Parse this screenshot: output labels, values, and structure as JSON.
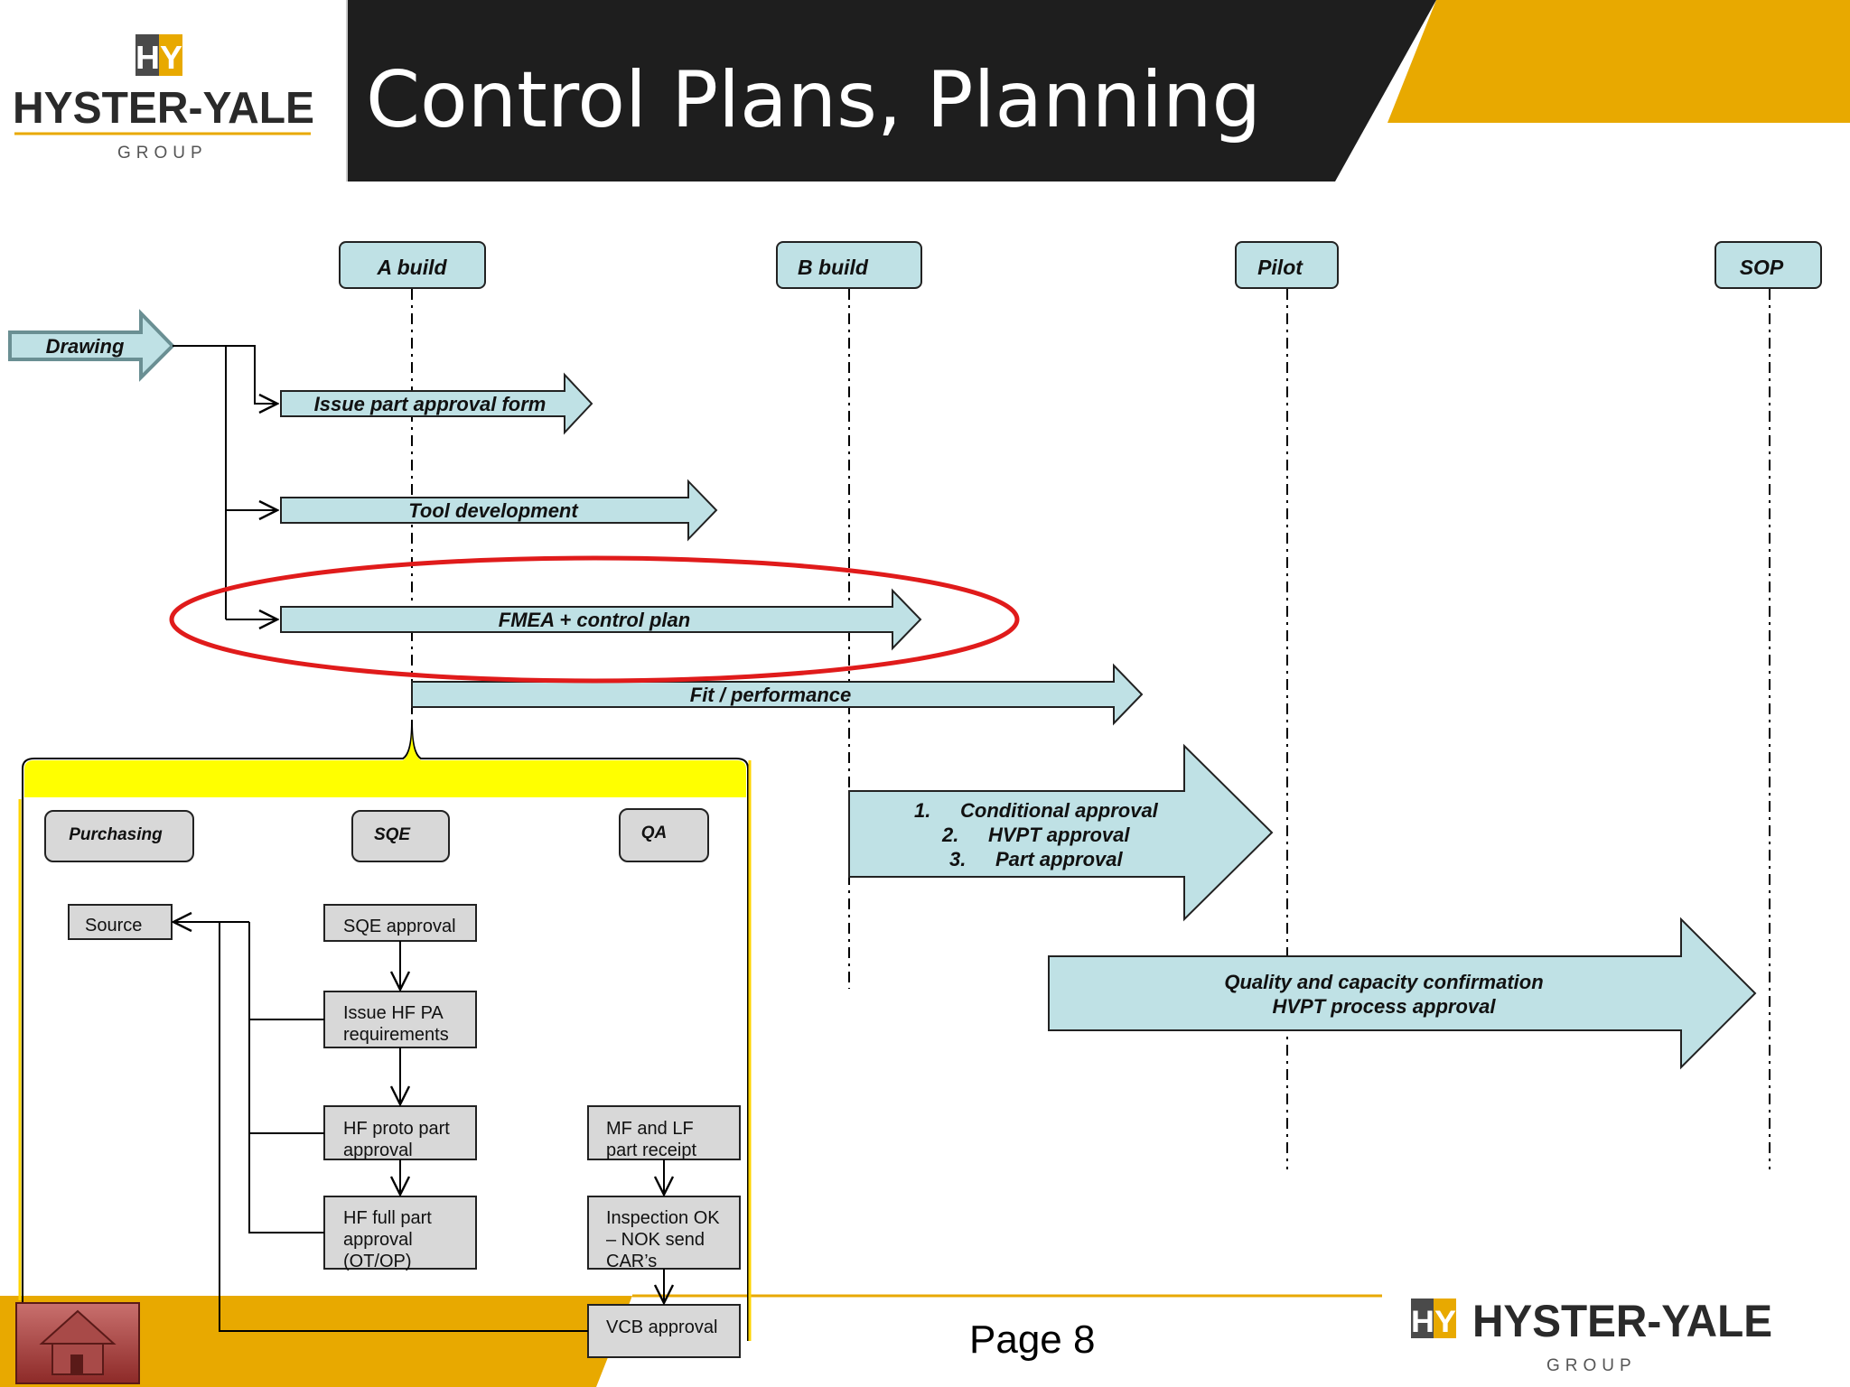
{
  "slide": {
    "title": "Control Plans, Planning",
    "page": "Page 8"
  },
  "logo": {
    "mark": "HY",
    "company": "HYSTER-YALE",
    "group": "GROUP"
  },
  "milestones": [
    "A build",
    "B build",
    "Pilot",
    "SOP"
  ],
  "drawing_label": "Drawing",
  "activities": {
    "issue_form": "Issue part approval form",
    "tool_dev": "Tool development",
    "fmea": "FMEA + control plan",
    "fit": "Fit / performance"
  },
  "approvals": {
    "item1_num": "1.",
    "item1": "Conditional approval",
    "item2_num": "2.",
    "item2": "HVPT approval",
    "item3_num": "3.",
    "item3": "Part approval"
  },
  "quality": {
    "line1": "Quality and  capacity confirmation",
    "line2": "HVPT process approval"
  },
  "detail": {
    "roles": [
      "Purchasing",
      "SQE",
      "QA"
    ],
    "source": "Source",
    "sqe_approval": "SQE approval",
    "issue_hf_l1": "Issue HF PA",
    "issue_hf_l2": "requirements",
    "hf_proto_l1": "HF proto part",
    "hf_proto_l2": "approval",
    "hf_full_l1": "HF full part",
    "hf_full_l2": "approval",
    "hf_full_l3": "(OT/OP)",
    "mf_lf_l1": "MF and LF",
    "mf_lf_l2": "part receipt",
    "inspect_l1": "Inspection OK",
    "inspect_l2": "– NOK send",
    "inspect_l3": "CAR’s",
    "vcb": "VCB approval"
  },
  "colors": {
    "header_bg": "#1e1e1e",
    "accent_gold": "#e8a900",
    "arrow_fill": "#bfe1e5",
    "highlight_red": "#e01b1b",
    "detail_band": "#ffff00",
    "box_grey": "#d8d8d8"
  },
  "icons": [
    "home-icon"
  ]
}
